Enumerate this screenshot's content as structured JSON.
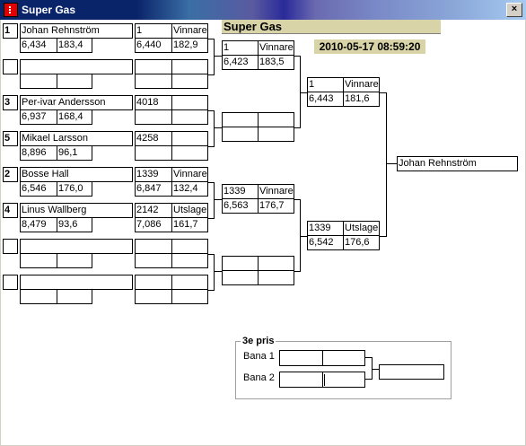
{
  "window": {
    "title": "Super Gas",
    "close_label": "×"
  },
  "header": {
    "title": "Super Gas",
    "datetime": "2010-05-17 08:59:20"
  },
  "round1": [
    {
      "seed": "1",
      "name": "Johan Rehnström",
      "rt": "6,434",
      "speed": "183,4",
      "lane": "1",
      "status": "Vinnare",
      "et": "6,440",
      "mph": "182,9"
    },
    {
      "seed": "",
      "name": "",
      "rt": "",
      "speed": "",
      "lane": "",
      "status": "",
      "et": "",
      "mph": ""
    },
    {
      "seed": "3",
      "name": "Per-ivar Andersson",
      "rt": "6,937",
      "speed": "168,4",
      "lane": "4018",
      "status": "",
      "et": "",
      "mph": ""
    },
    {
      "seed": "5",
      "name": "Mikael Larsson",
      "rt": "8,896",
      "speed": "96,1",
      "lane": "4258",
      "status": "",
      "et": "",
      "mph": ""
    },
    {
      "seed": "2",
      "name": "Bosse Hall",
      "rt": "6,546",
      "speed": "176,0",
      "lane": "1339",
      "status": "Vinnare",
      "et": "6,847",
      "mph": "132,4"
    },
    {
      "seed": "4",
      "name": "Linus Wallberg",
      "rt": "8,479",
      "speed": "93,6",
      "lane": "2142",
      "status": "Utslagen",
      "et": "7,086",
      "mph": "161,7"
    },
    {
      "seed": "",
      "name": "",
      "rt": "",
      "speed": "",
      "lane": "",
      "status": "",
      "et": "",
      "mph": ""
    },
    {
      "seed": "",
      "name": "",
      "rt": "",
      "speed": "",
      "lane": "",
      "status": "",
      "et": "",
      "mph": ""
    }
  ],
  "round2": [
    {
      "lane": "1",
      "status": "Vinnare",
      "et": "6,423",
      "mph": "183,5"
    },
    {
      "lane": "",
      "status": "",
      "et": "",
      "mph": ""
    },
    {
      "lane": "1339",
      "status": "Vinnare",
      "et": "6,563",
      "mph": "176,7"
    },
    {
      "lane": "",
      "status": "",
      "et": "",
      "mph": ""
    }
  ],
  "round3": [
    {
      "lane": "1",
      "status": "Vinnare",
      "et": "6,443",
      "mph": "181,6"
    },
    {
      "lane": "1339",
      "status": "Utslagen",
      "et": "6,542",
      "mph": "176,6"
    }
  ],
  "final": {
    "winner": "Johan Rehnström"
  },
  "third": {
    "title": "3e pris",
    "lane1_label": "Bana 1",
    "lane2_label": "Bana 2",
    "lane1_a": "",
    "lane1_b": "",
    "lane2_a": "",
    "lane2_b": "",
    "result": ""
  }
}
